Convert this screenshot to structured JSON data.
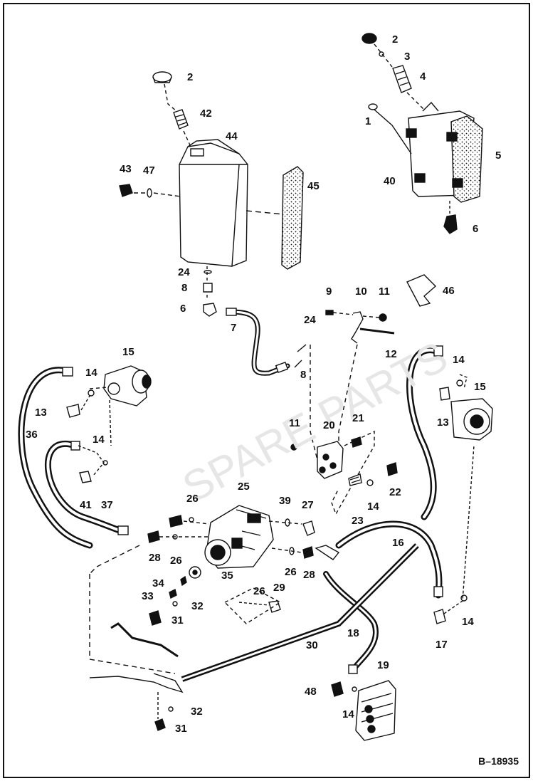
{
  "document_number": "B–18935",
  "watermark": "SPARE PARTS",
  "callouts": [
    "1",
    "2",
    "3",
    "4",
    "5",
    "6",
    "7",
    "8",
    "9",
    "10",
    "11",
    "12",
    "13",
    "14",
    "15",
    "16",
    "17",
    "18",
    "19",
    "20",
    "21",
    "22",
    "23",
    "24",
    "25",
    "26",
    "27",
    "28",
    "29",
    "30",
    "31",
    "32",
    "33",
    "34",
    "35",
    "36",
    "37",
    "39",
    "40",
    "41",
    "42",
    "43",
    "44",
    "45",
    "46",
    "47",
    "48"
  ]
}
